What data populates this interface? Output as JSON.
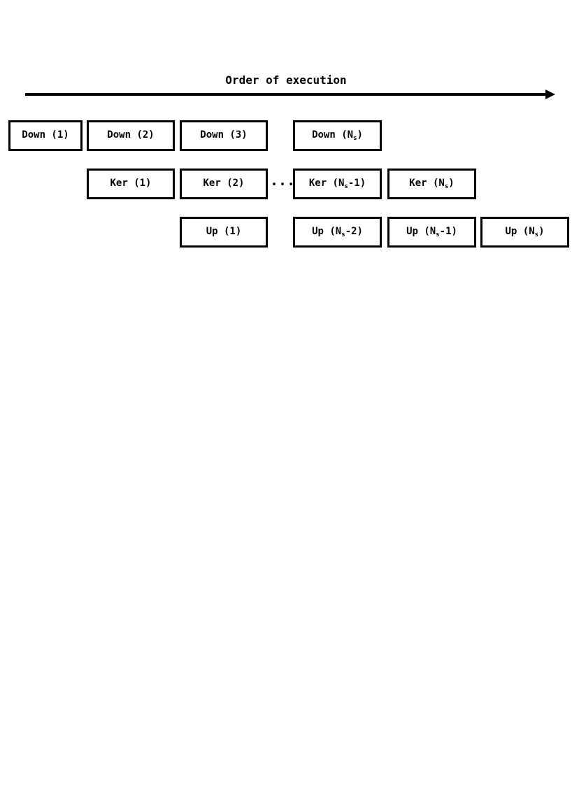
{
  "title": "Order of execution",
  "ellipsis": "...",
  "rows": {
    "down": [
      {
        "pre": "Down (1)",
        "sub": "",
        "post": ""
      },
      {
        "pre": "Down (2)",
        "sub": "",
        "post": ""
      },
      {
        "pre": "Down (3)",
        "sub": "",
        "post": ""
      },
      {
        "pre": "Down (N",
        "sub": "s",
        "post": ")"
      }
    ],
    "ker": [
      {
        "pre": "Ker (1)",
        "sub": "",
        "post": ""
      },
      {
        "pre": "Ker (2)",
        "sub": "",
        "post": ""
      },
      {
        "pre": "Ker (N",
        "sub": "s",
        "post": "-1)"
      },
      {
        "pre": "Ker (N",
        "sub": "s",
        "post": ")"
      }
    ],
    "up": [
      {
        "pre": "Up (1)",
        "sub": "",
        "post": ""
      },
      {
        "pre": "Up (N",
        "sub": "s",
        "post": "-2)"
      },
      {
        "pre": "Up (N",
        "sub": "s",
        "post": "-1)"
      },
      {
        "pre": "Up (N",
        "sub": "s",
        "post": ")"
      }
    ]
  }
}
